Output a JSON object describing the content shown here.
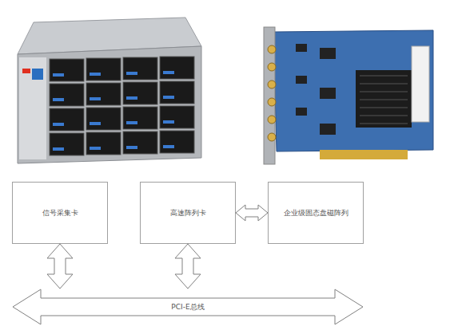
{
  "diagram": {
    "nodes": [
      {
        "text": [
          "信号采集卡"
        ]
      },
      {
        "text": [
          "高速阵列卡"
        ]
      },
      {
        "text": [
          "企业级固态盘磁阵列"
        ]
      },
      {
        "text": [
          "PCI-E总线"
        ]
      }
    ],
    "edges": [
      {
        "from": 0,
        "to": 3,
        "arrow": "both"
      },
      {
        "from": 1,
        "to": 3,
        "arrow": "both"
      },
      {
        "from": 1,
        "to": 2,
        "arrow": "both"
      }
    ]
  }
}
